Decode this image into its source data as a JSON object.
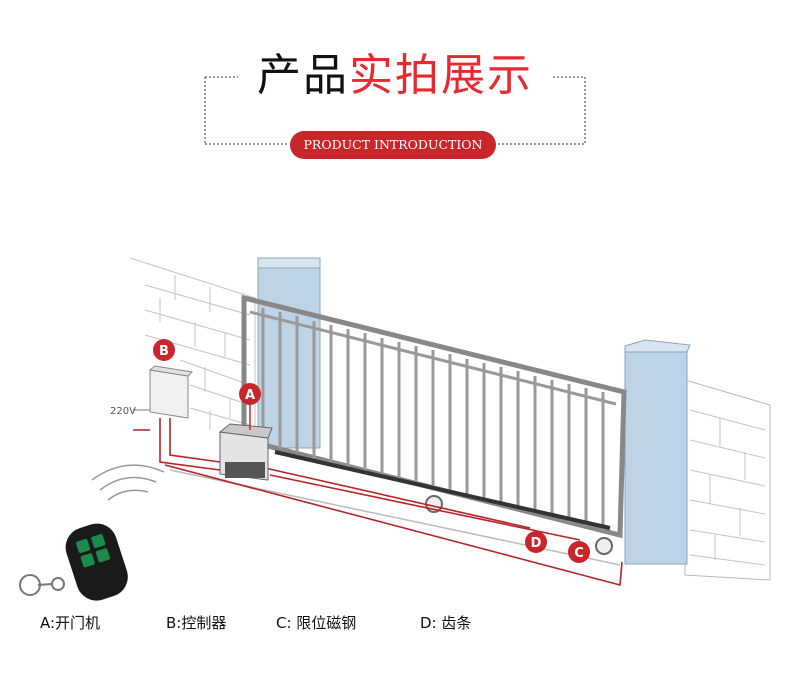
{
  "header": {
    "title_black": "产品",
    "title_red": "实拍展示",
    "subtitle": "PRODUCT INTRODUCTION"
  },
  "diagram": {
    "voltage_label": "220V",
    "markers": {
      "a": "A",
      "b": "B",
      "c": "C",
      "d": "D"
    }
  },
  "legend": [
    {
      "id": "a",
      "text": "A:开门机"
    },
    {
      "id": "b",
      "text": "B:控制器"
    },
    {
      "id": "c",
      "text": "C: 限位磁钢"
    },
    {
      "id": "d",
      "text": "D: 齿条"
    }
  ],
  "colors": {
    "accent": "#e8292f",
    "badge": "#c8262b",
    "wire": "#b5242a"
  }
}
